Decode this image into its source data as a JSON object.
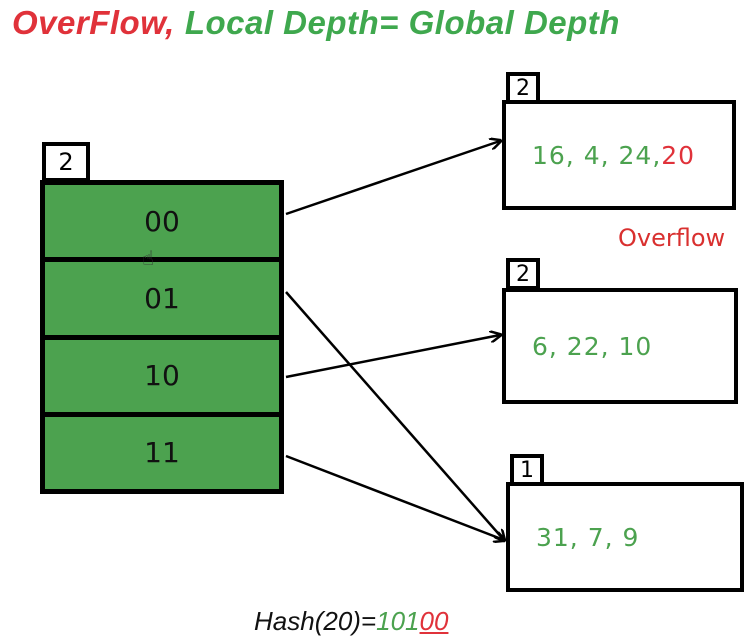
{
  "title": {
    "part1": "OverFlow,",
    "part2": "Local Depth= Global Depth"
  },
  "directory": {
    "global_depth": "2",
    "cells": [
      "00",
      "01",
      "10",
      "11"
    ]
  },
  "buckets": [
    {
      "local_depth": "2",
      "values_green": "16, 4, 24, ",
      "values_red": "20"
    },
    {
      "local_depth": "2",
      "values_green": "6, 22, 10",
      "values_red": ""
    },
    {
      "local_depth": "1",
      "values_green": "31, 7, 9",
      "values_red": ""
    }
  ],
  "overflow_label": "Overflow",
  "hash": {
    "prefix": "Hash(20)=",
    "green_bits": "101",
    "red_bits": "00"
  }
}
